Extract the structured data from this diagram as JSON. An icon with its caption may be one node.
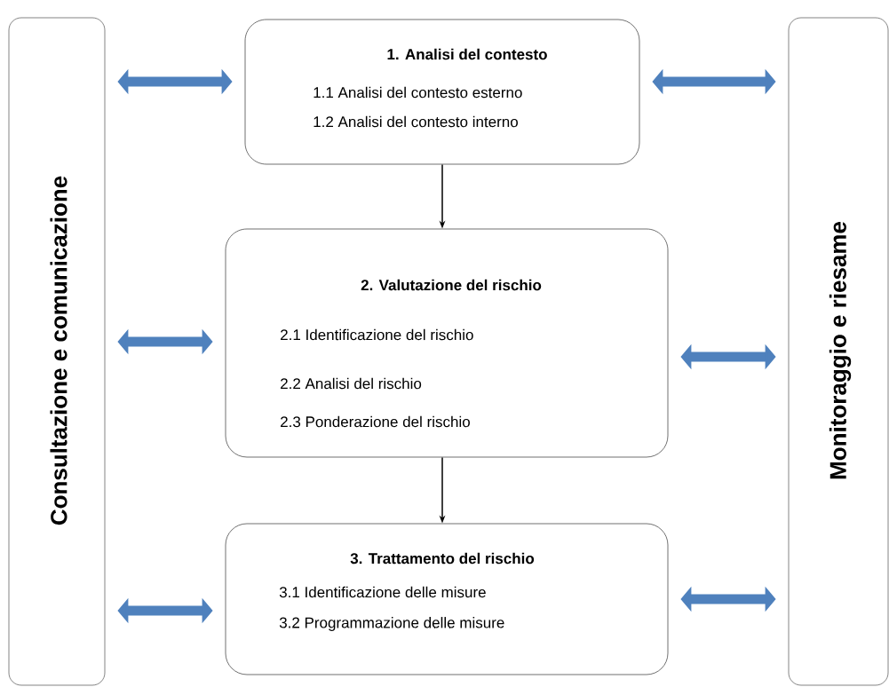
{
  "diagram": {
    "nodes": [
      {
        "text": [
          "Consultazione e comunicazione"
        ]
      },
      {
        "text": [
          "1. Analisi del contesto",
          "1.1 Analisi del contesto esterno",
          "1.2 Analisi del contesto interno"
        ]
      },
      {
        "text": [
          "2. Valutazione del rischio",
          "2.1 Identificazione del rischio",
          "2.2 Analisi del rischio",
          "2.3 Ponderazione del rischio"
        ]
      },
      {
        "text": [
          "3. Trattamento del rischio",
          "3.1 Identificazione delle misure",
          "3.2 Programmazione delle misure"
        ]
      },
      {
        "text": [
          "Monitoraggio e riesame"
        ]
      }
    ],
    "edges": [
      {
        "from": 0,
        "to": 1,
        "arrow": "both"
      },
      {
        "from": 1,
        "to": 4,
        "arrow": "both"
      },
      {
        "from": 1,
        "to": 2,
        "arrow": "to",
        "color": "#000000"
      },
      {
        "from": 0,
        "to": 2,
        "arrow": "both"
      },
      {
        "from": 2,
        "to": 4,
        "arrow": "both"
      },
      {
        "from": 2,
        "to": 3,
        "arrow": "to",
        "color": "#000000"
      },
      {
        "from": 0,
        "to": 3,
        "arrow": "both"
      },
      {
        "from": 3,
        "to": 4,
        "arrow": "both"
      }
    ]
  }
}
